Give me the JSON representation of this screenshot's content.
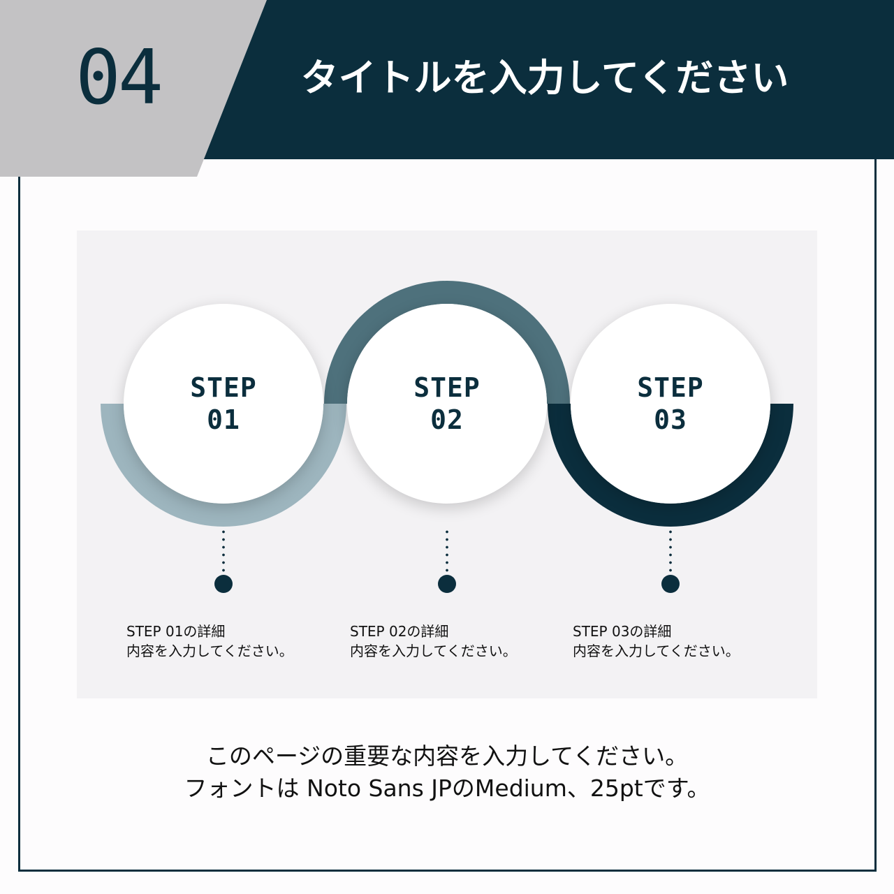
{
  "header": {
    "section_number": "04",
    "title": "タイトルを入力してください"
  },
  "colors": {
    "dark": "#0b2e3d",
    "mid": "#4e717c",
    "light": "#9db5be",
    "gray_tab": "#c3c2c4",
    "panel_bg": "#f3f2f4"
  },
  "steps": [
    {
      "label": "STEP",
      "number": "01",
      "detail_title": "STEP 01の詳細",
      "detail_body": "内容を入力してください。"
    },
    {
      "label": "STEP",
      "number": "02",
      "detail_title": "STEP 02の詳細",
      "detail_body": "内容を入力してください。"
    },
    {
      "label": "STEP",
      "number": "03",
      "detail_title": "STEP 03の詳細",
      "detail_body": "内容を入力してください。"
    }
  ],
  "body": {
    "line1": "このページの重要な内容を入力してください。",
    "line2": "フォントは Noto Sans JPのMedium、25ptです。"
  }
}
